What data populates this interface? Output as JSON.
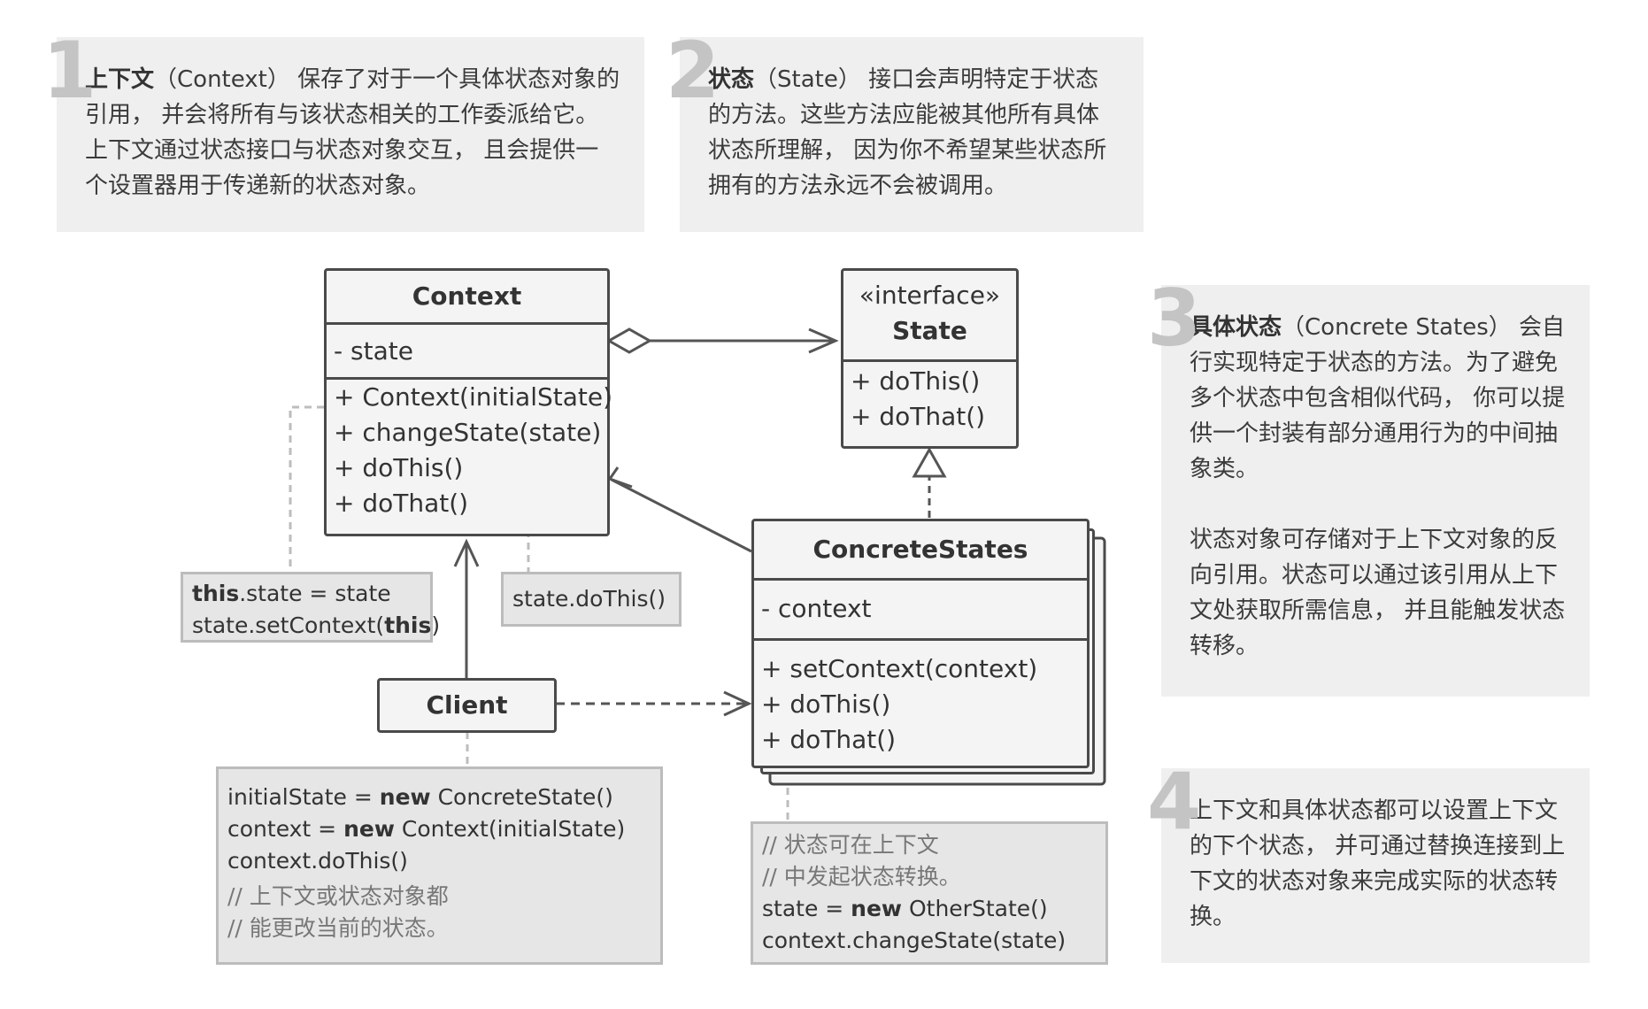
{
  "notes": [
    {
      "number": "1",
      "title": "上下文",
      "text": "（Context） 保存了对于一个具体状态对象的引用， 并会将所有与该状态相关的工作委派给它。上下文通过状态接口与状态对象交互， 且会提供一个设置器用于传递新的状态对象。"
    },
    {
      "number": "2",
      "title": "状态",
      "text": "（State） 接口会声明特定于状态的方法。这些方法应能被其他所有具体状态所理解， 因为你不希望某些状态所拥有的方法永远不会被调用。"
    },
    {
      "number": "3",
      "title": "具体状态",
      "text": "（Concrete States） 会自行实现特定于状态的方法。为了避免多个状态中包含相似代码， 你可以提供一个封装有部分通用行为的中间抽象类。",
      "text2": "状态对象可存储对于上下文对象的反向引用。状态可以通过该引用从上下文处获取所需信息， 并且能触发状态转移。"
    },
    {
      "number": "4",
      "title": "",
      "text": "上下文和具体状态都可以设置上下文的下个状态， 并可通过替换连接到上下文的状态对象来完成实际的状态转换。"
    }
  ],
  "classes": {
    "context": {
      "name": "Context",
      "fields": [
        "- state"
      ],
      "methods": [
        "+ Context(initialState)",
        "+ changeState(state)",
        "+ doThis()",
        "+ doThat()"
      ]
    },
    "state": {
      "stereotype": "«interface»",
      "name": "State",
      "methods": [
        "+ doThis()",
        "+ doThat()"
      ]
    },
    "concrete": {
      "name": "ConcreteStates",
      "fields": [
        "- context"
      ],
      "methods": [
        "+ setContext(context)",
        "+ doThis()",
        "+ doThat()"
      ]
    },
    "client": {
      "name": "Client"
    }
  },
  "memos": {
    "ctor": {
      "kw": "this",
      "l1": ".state = state",
      "l2a": "state.setContext(",
      "l2kw": "this",
      "l2b": ")"
    },
    "dothis": {
      "l1": "state.doThis()"
    },
    "client": {
      "l1a": "initialState = ",
      "l1kw": "new",
      "l1b": " ConcreteState()",
      "l2a": "context = ",
      "l2kw": "new",
      "l2b": " Context(initialState)",
      "l3": "context.doThis()",
      "c1": "// 上下文或状态对象都",
      "c2": "// 能更改当前的状态。"
    },
    "concrete": {
      "c1": "// 状态可在上下文",
      "c2": "// 中发起状态转换。",
      "l1a": "state = ",
      "l1kw": "new",
      "l1b": " OtherState()",
      "l2": "context.changeState(state)"
    }
  },
  "colors": {
    "line": "#555555",
    "dotted": "#bdbdbd",
    "note_bg": "#efefef",
    "number": "#c4c4c4"
  }
}
